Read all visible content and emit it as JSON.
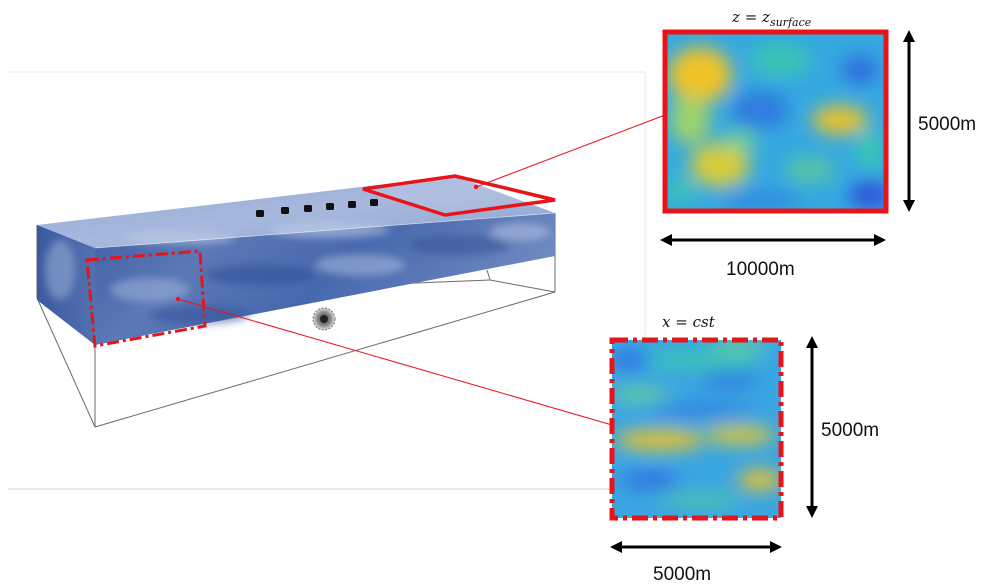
{
  "surface_panel": {
    "title_var": "z",
    "title_eq": "=",
    "title_rhs": "z",
    "title_sub": "surface",
    "width_label": "10000m",
    "height_label": "5000m"
  },
  "cross_panel": {
    "title_var": "x",
    "title_eq": "=",
    "title_rhs": "cst",
    "width_label": "5000m",
    "height_label": "5000m"
  },
  "colors": {
    "highlight": "#e8141a",
    "volume_blue": "#4a6aaa",
    "field_low": "#2f7fe0",
    "field_mid": "#3dc4b8",
    "field_high": "#f2c524"
  }
}
